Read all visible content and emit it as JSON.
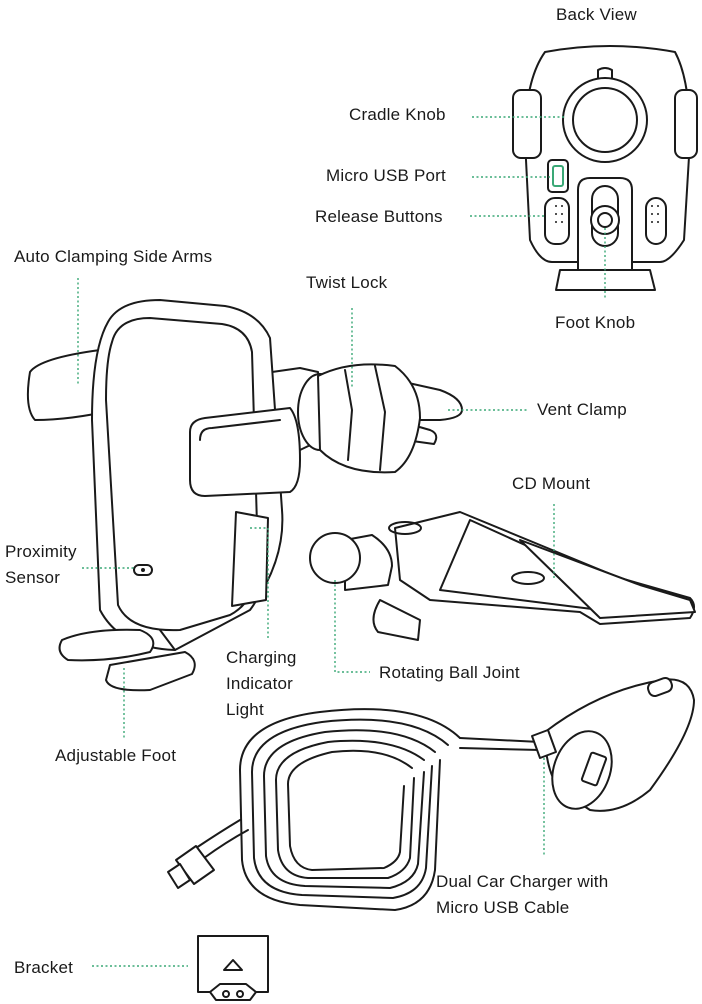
{
  "title": "Back View",
  "labels": {
    "cradle_knob": "Cradle Knob",
    "micro_usb_port": "Micro USB Port",
    "release_buttons": "Release Buttons",
    "foot_knob": "Foot Knob",
    "auto_clamping_side_arms": "Auto Clamping Side Arms",
    "twist_lock": "Twist Lock",
    "vent_clamp": "Vent Clamp",
    "cd_mount": "CD Mount",
    "proximity_sensor_1": "Proximity",
    "proximity_sensor_2": "Sensor",
    "charging_indicator_1": "Charging",
    "charging_indicator_2": "Indicator",
    "charging_indicator_3": "Light",
    "rotating_ball_joint": "Rotating Ball Joint",
    "adjustable_foot": "Adjustable Foot",
    "car_charger_1": "Dual Car Charger with",
    "car_charger_2": "Micro USB Cable",
    "bracket": "Bracket"
  },
  "colors": {
    "leader_line": "#3aa876",
    "outline": "#1a1a1a"
  }
}
